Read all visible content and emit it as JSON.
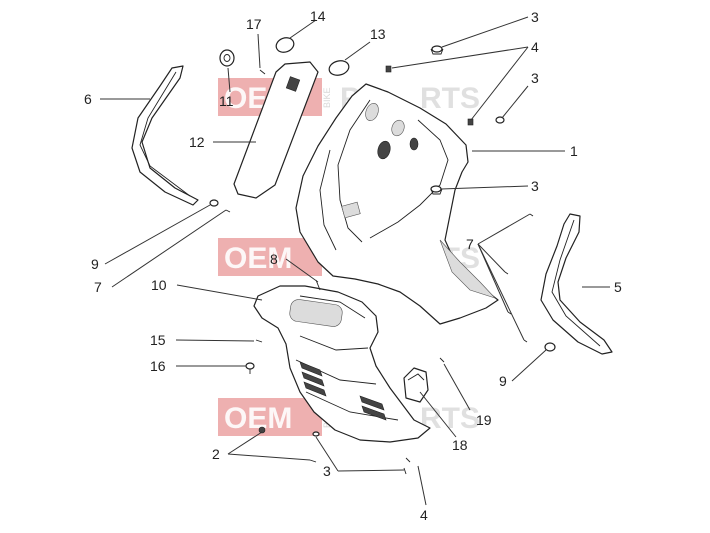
{
  "watermark": {
    "brand_left": "OEM",
    "brand_small": "BIKE",
    "brand_right_a": "Pa",
    "brand_right_b": "RTS"
  },
  "labels": {
    "l1": "1",
    "l2": "2",
    "l3a": "3",
    "l3b": "3",
    "l3c": "3",
    "l3d": "3",
    "l4a": "4",
    "l4b": "4",
    "l5": "5",
    "l6": "6",
    "l7a": "7",
    "l7b": "7",
    "l8": "8",
    "l9a": "9",
    "l9b": "9",
    "l10": "10",
    "l11": "11",
    "l12": "12",
    "l13": "13",
    "l14": "14",
    "l15": "15",
    "l16": "16",
    "l17": "17",
    "l18": "18",
    "l19": "19"
  }
}
